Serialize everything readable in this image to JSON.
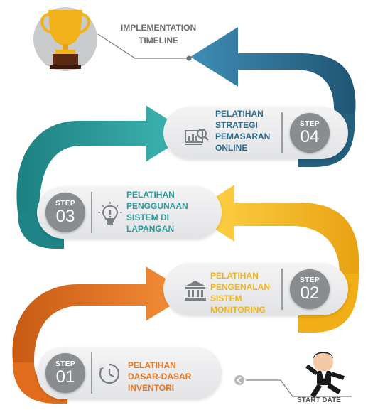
{
  "title": {
    "line1": "IMPLEMENTATION",
    "line2": "TIMELINE"
  },
  "start_label": "START DATE",
  "colors": {
    "step4": "#2c6e8f",
    "step3": "#2a9a9a",
    "step2": "#f0b41c",
    "step1": "#f07f2a",
    "badge": "#8a8d90",
    "title": "#6b6e71"
  },
  "steps": [
    {
      "step": "STEP",
      "num": "04",
      "label": "PELATIHAN\nSTRATEGI\nPEMASARAN\nONLINE",
      "color": "#2c6e8f",
      "icon": "presentation-chart-icon"
    },
    {
      "step": "STEP",
      "num": "03",
      "label": "PELATIHAN\nPENGGUNAAN\nSISTEM DI\nLAPANGAN",
      "color": "#2a9a9a",
      "icon": "lightbulb-icon"
    },
    {
      "step": "STEP",
      "num": "02",
      "label": "PELATIHAN\nPENGENALAN\nSISTEM\nMONITORING",
      "color": "#f0b41c",
      "icon": "bank-building-icon"
    },
    {
      "step": "STEP",
      "num": "01",
      "label": "PELATIHAN\nDASAR-DASAR\nINVENTORI",
      "color": "#e8741f",
      "icon": "clock-icon"
    }
  ]
}
